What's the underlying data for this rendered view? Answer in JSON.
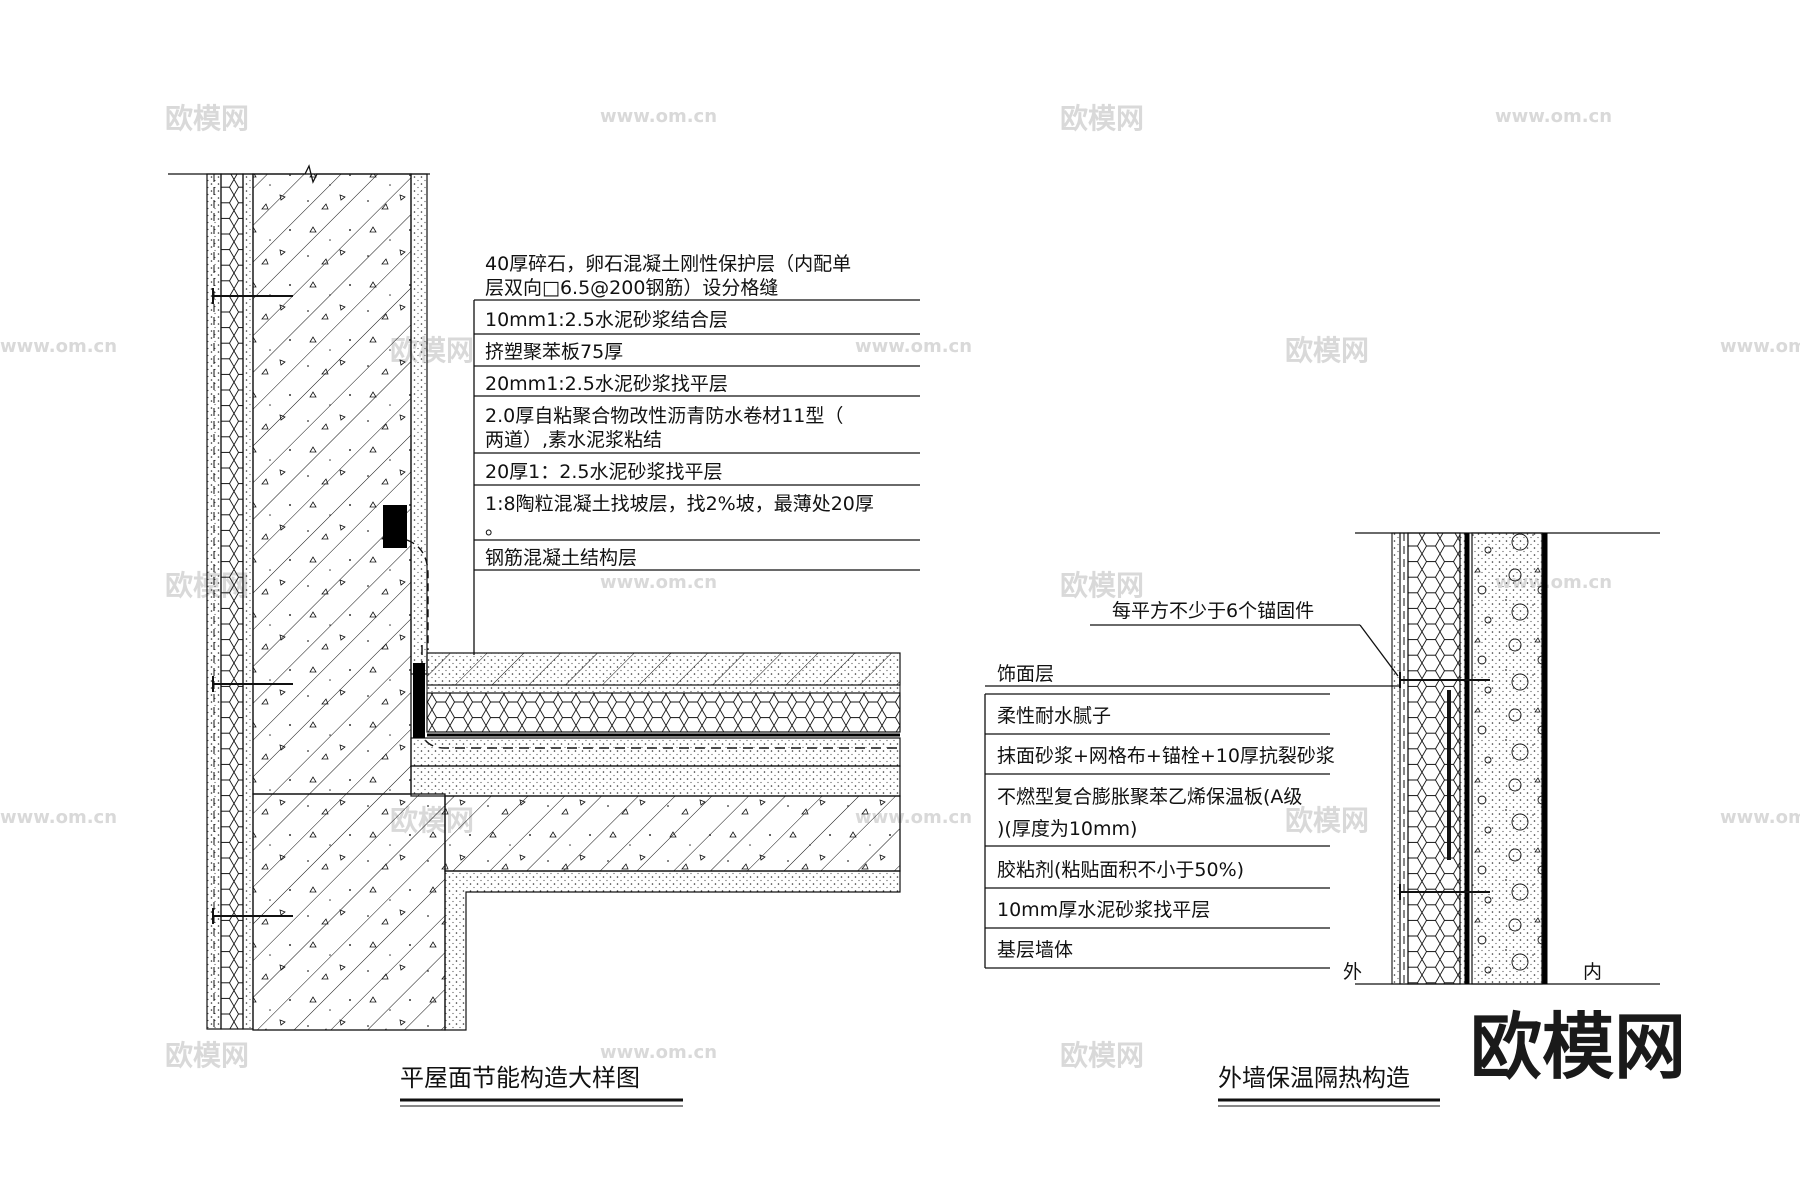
{
  "watermark": {
    "brand": "欧模网",
    "url": "www.om.cn"
  },
  "logo": "欧模网",
  "left_detail": {
    "title": "平屋面节能构造大样图",
    "layers": [
      "40厚碎石，卵石混凝土刚性保护层（内配单",
      "层双向□6.5@200钢筋）设分格缝",
      "10mm1:2.5水泥砂浆结合层",
      "挤塑聚苯板75厚",
      "20mm1:2.5水泥砂浆找平层",
      "2.0厚自粘聚合物改性沥青防水卷材11型（",
      "两道）,素水泥浆粘结",
      "20厚1：2.5水泥砂浆找平层",
      "1:8陶粒混凝土找坡层，找2%坡，最薄处20厚",
      "。",
      "钢筋混凝土结构层"
    ]
  },
  "right_detail": {
    "title": "外墙保温隔热构造",
    "anchor_note": "每平方不少于6个锚固件",
    "layers": [
      "饰面层",
      "柔性耐水腻子",
      "抹面砂浆+网格布+锚栓+10厚抗裂砂浆",
      "不燃型复合膨胀聚苯乙烯保温板(A级",
      ")(厚度为10mm)",
      "胶粘剂(粘贴面积不小于50%)",
      "10mm厚水泥砂浆找平层",
      "基层墙体"
    ],
    "outside_label": "外",
    "inside_label": "内"
  }
}
